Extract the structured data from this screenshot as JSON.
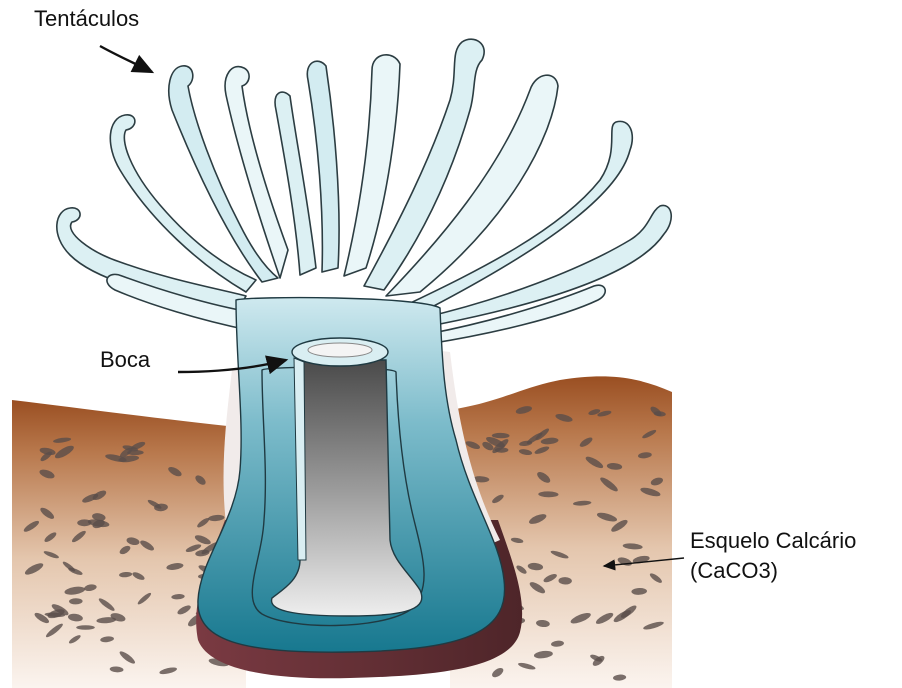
{
  "labels": {
    "tentacles": "Tentáculos",
    "mouth": "Boca",
    "skeleton": "Esquelo Calcário",
    "skeleton_formula": "(CaCO3)"
  },
  "colors": {
    "polyp_top": "#cfe9ef",
    "polyp_bottom": "#17788f",
    "tentacle_fill": "#dcf0f3",
    "sediment_top": "#9a4f22",
    "sediment_bottom": "#fbf4ef",
    "base_dark": "#5e2e33",
    "pebble": "#5a4d4a"
  }
}
